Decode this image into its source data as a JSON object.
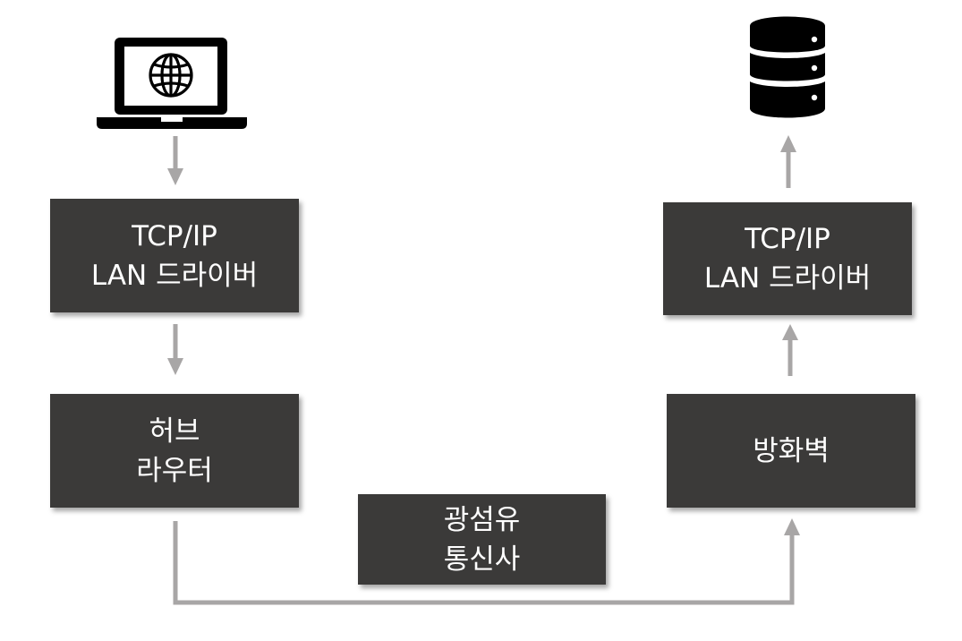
{
  "nodes": {
    "client_driver": {
      "line1": "TCP/IP",
      "line2": "LAN 드라이버"
    },
    "hub_router": {
      "line1": "허브",
      "line2": "라우터"
    },
    "isp": {
      "line1": "광섬유",
      "line2": "통신사"
    },
    "firewall": {
      "line1": "방화벽"
    },
    "server_driver": {
      "line1": "TCP/IP",
      "line2": "LAN 드라이버"
    }
  },
  "icons": {
    "client": "laptop-globe-icon",
    "server": "database-icon"
  },
  "colors": {
    "box": "#3b3a39",
    "arrow": "#a8a6a6",
    "text": "#ffffff"
  }
}
